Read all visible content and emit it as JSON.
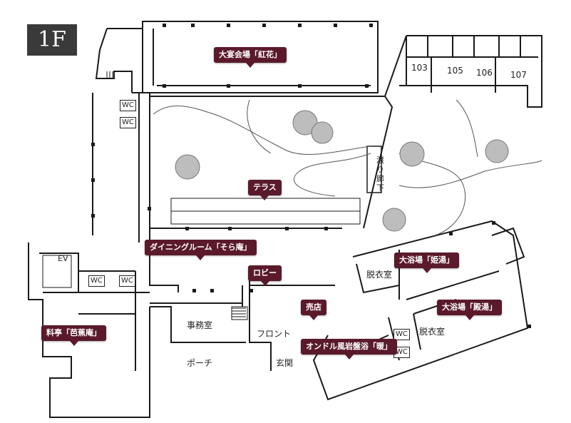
{
  "floor": "1F",
  "callouts": {
    "banquet": "大宴会場「紅花」",
    "terrace": "テラス",
    "dining": "ダイニングルーム「そら庵」",
    "lobby": "ロビー",
    "ryotei": "料亭「芭蕉庵」",
    "shop": "売店",
    "ondol": "オンドル風岩盤浴「暖」",
    "bath_hime": "大浴場「姫湯」",
    "bath_tono": "大浴場「殿湯」"
  },
  "labels": {
    "office": "事務室",
    "front": "フロント",
    "porch": "ポーチ",
    "entrance": "玄関",
    "changing1": "脱衣室",
    "changing2": "脱衣室",
    "corridor": "渡り廊下",
    "ev": "EV",
    "wc": "WC"
  },
  "rooms": [
    "103",
    "105",
    "106",
    "107"
  ],
  "colors": {
    "callout": "#5a1a2b",
    "wall": "#1a1a1a",
    "badge": "#3a3a3a"
  }
}
